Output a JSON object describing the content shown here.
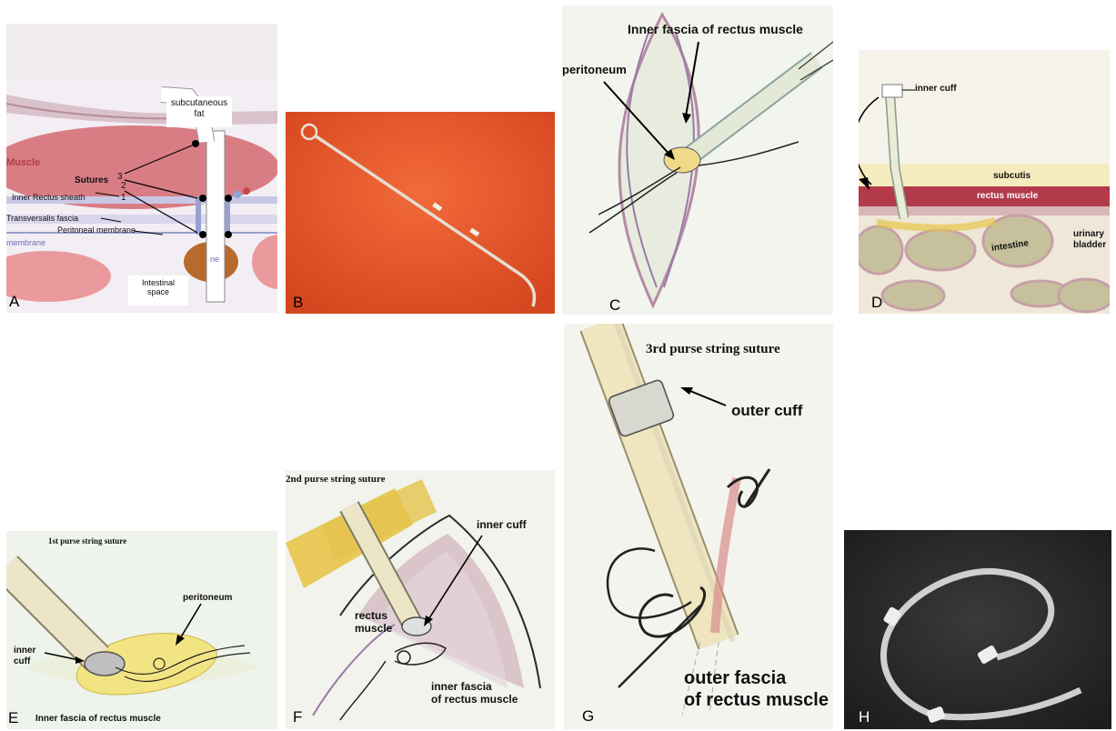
{
  "panels": {
    "A": {
      "letter": "A",
      "muscle": "Muscle",
      "subcutaneous": "subcutaneous",
      "fat": "fat",
      "sutures": "Sutures",
      "s3": "3",
      "s2": "2",
      "s1": "1",
      "inner_rectus": "Inner Rectus sheath",
      "transversalis": "Transversalis fascia",
      "peritoneal": "Peritoneal membrane",
      "membrane": "membrane",
      "intestinal": "Intestinal",
      "space": "space",
      "ne": "ne"
    },
    "B": {
      "letter": "B"
    },
    "C": {
      "letter": "C",
      "inner_fascia": "Inner fascia of rectus muscle",
      "peritoneum": "peritoneum"
    },
    "D": {
      "letter": "D",
      "inner_cuff": "inner cuff",
      "subcutis": "subcutis",
      "rectus": "rectus muscle",
      "intestine": "intestine",
      "urinary": "urinary",
      "bladder": "bladder"
    },
    "E": {
      "letter": "E",
      "title": "1st purse string suture",
      "peritoneum": "peritoneum",
      "inner": "inner",
      "cuff": "cuff",
      "inner_fascia": "Inner fascia of rectus muscle"
    },
    "F": {
      "letter": "F",
      "title": "2nd purse string suture",
      "inner_cuff": "inner cuff",
      "rectus": "rectus",
      "muscle": "muscle",
      "inner_fascia": "inner fascia",
      "of_rectus": "of rectus muscle"
    },
    "G": {
      "letter": "G",
      "title": "3rd purse string suture",
      "outer_cuff": "outer cuff",
      "outer_fascia": "outer fascia",
      "of_rectus": "of rectus muscle"
    },
    "H": {
      "letter": "H"
    }
  }
}
